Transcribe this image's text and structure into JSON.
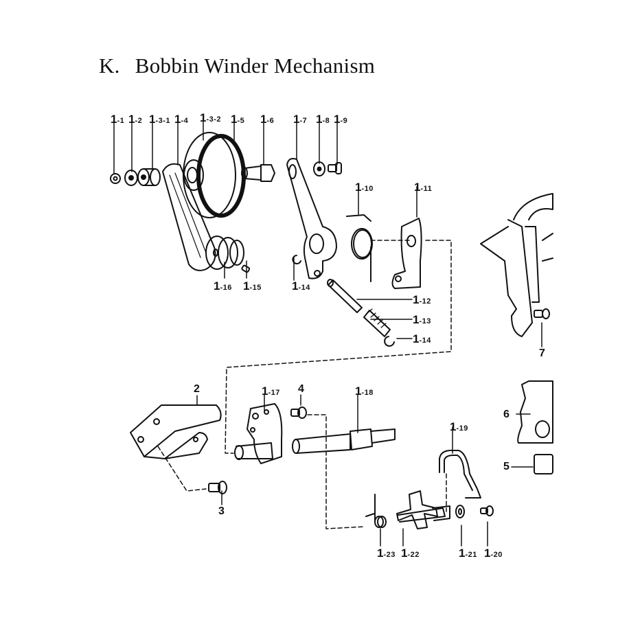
{
  "page": {
    "section_letter": "K.",
    "title": "Bobbin Winder Mechanism"
  },
  "parts": [
    {
      "id": "1-1",
      "major": "1",
      "minor": "-1"
    },
    {
      "id": "1-2",
      "major": "1",
      "minor": "-2"
    },
    {
      "id": "1-3-1",
      "major": "1",
      "minor": "-3-1"
    },
    {
      "id": "1-4",
      "major": "1",
      "minor": "-4"
    },
    {
      "id": "1-3-2",
      "major": "1",
      "minor": "-3-2"
    },
    {
      "id": "1-5",
      "major": "1",
      "minor": "-5"
    },
    {
      "id": "1-6",
      "major": "1",
      "minor": "-6"
    },
    {
      "id": "1-7",
      "major": "1",
      "minor": "-7"
    },
    {
      "id": "1-8",
      "major": "1",
      "minor": "-8"
    },
    {
      "id": "1-9",
      "major": "1",
      "minor": "-9"
    },
    {
      "id": "1-10",
      "major": "1",
      "minor": "-10"
    },
    {
      "id": "1-11",
      "major": "1",
      "minor": "-11"
    },
    {
      "id": "1-12",
      "major": "1",
      "minor": "-12"
    },
    {
      "id": "1-13",
      "major": "1",
      "minor": "-13"
    },
    {
      "id": "1-14",
      "major": "1",
      "minor": "-14"
    },
    {
      "id": "1-15",
      "major": "1",
      "minor": "-15"
    },
    {
      "id": "1-16",
      "major": "1",
      "minor": "-16"
    },
    {
      "id": "1-17",
      "major": "1",
      "minor": "-17"
    },
    {
      "id": "1-18",
      "major": "1",
      "minor": "-18"
    },
    {
      "id": "1-19",
      "major": "1",
      "minor": "-19"
    },
    {
      "id": "1-20",
      "major": "1",
      "minor": "-20"
    },
    {
      "id": "1-21",
      "major": "1",
      "minor": "-21"
    },
    {
      "id": "1-22",
      "major": "1",
      "minor": "-22"
    },
    {
      "id": "1-23",
      "major": "1",
      "minor": "-23"
    },
    {
      "id": "2",
      "label": "2"
    },
    {
      "id": "3",
      "label": "3"
    },
    {
      "id": "4",
      "label": "4"
    },
    {
      "id": "5",
      "label": "5"
    },
    {
      "id": "6",
      "label": "6"
    },
    {
      "id": "7",
      "label": "7"
    }
  ]
}
